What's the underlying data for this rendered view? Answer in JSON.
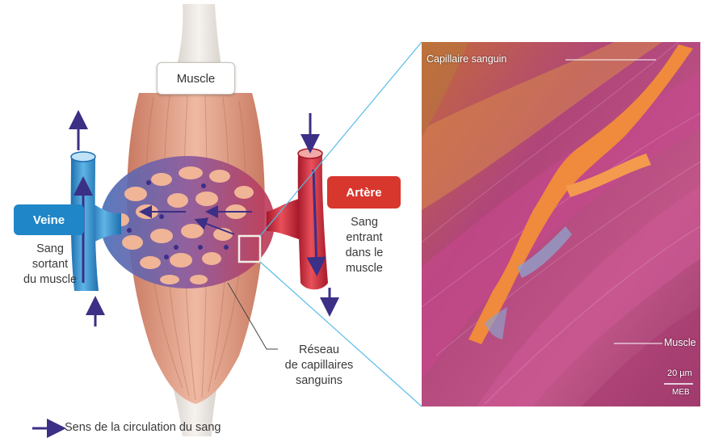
{
  "labels": {
    "muscle": "Muscle",
    "veine": "Veine",
    "veine_desc": [
      "Sang",
      "sortant",
      "du muscle"
    ],
    "artere": "Artère",
    "artere_desc": [
      "Sang",
      "entrant",
      "dans le",
      "muscle"
    ],
    "reseau": [
      "Réseau",
      "de capillaires",
      "sanguins"
    ],
    "legend": "Sens de la circulation du sang"
  },
  "photo": {
    "capillaire": "Capillaire sanguin",
    "muscle": "Muscle",
    "scale": "20 µm",
    "technique": "MEB"
  },
  "colors": {
    "vein": "#2f8fd0",
    "artery": "#d6303a",
    "arrow": "#3b2f86",
    "muscle": "#e3a48c",
    "capillary_orange": "#f08a3c",
    "fiber_magenta": "#b8337a"
  }
}
